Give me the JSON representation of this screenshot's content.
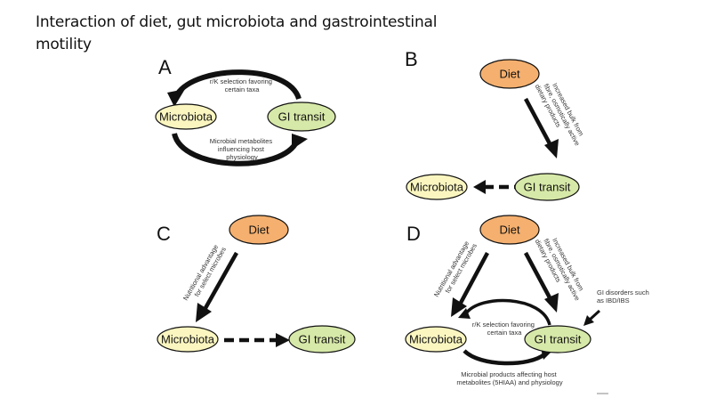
{
  "title": {
    "line1": "Interaction of diet, gut microbiota and gastrointestinal",
    "line2": "motility"
  },
  "colors": {
    "diet_fill": "#f5b06f",
    "microbiota_fill": "#fbf6c0",
    "gi_transit_fill": "#d7e9a8",
    "stroke": "#111111"
  },
  "panels": {
    "A": {
      "label": "A",
      "nodes": {
        "microbiota": "Microbiota",
        "gi_transit": "GI transit"
      },
      "top_arrow_text": [
        "r/K selection favoring",
        "certain  taxa"
      ],
      "bottom_arrow_text": [
        "Microbial metabolites",
        "influencing host",
        "physiology"
      ]
    },
    "B": {
      "label": "B",
      "nodes": {
        "diet": "Diet",
        "microbiota": "Microbiota",
        "gi_transit": "GI transit"
      },
      "diet_arrow_text": [
        "Increased bulk from",
        "fibre, osmotically active",
        "dietary products"
      ]
    },
    "C": {
      "label": "C",
      "nodes": {
        "diet": "Diet",
        "microbiota": "Microbiota",
        "gi_transit": "GI transit"
      },
      "diet_arrow_text": [
        "Nutritional advantage",
        "for select microbes"
      ]
    },
    "D": {
      "label": "D",
      "nodes": {
        "diet": "Diet",
        "microbiota": "Microbiota",
        "gi_transit": "GI transit"
      },
      "left_arrow_text": [
        "Nutritional advantage",
        "for select microbes"
      ],
      "right_arrow_text": [
        "Increased bulk from",
        "fibre, osmotically active",
        "dietary products"
      ],
      "disorder_text": [
        "GI disorders such",
        "as IBD/IBS"
      ],
      "top_arrow_text": [
        "r/K selection favoring",
        "certain  taxa"
      ],
      "bottom_arrow_text": [
        "Microbial products affecting host",
        "metabolites (5HIAA) and physiology"
      ]
    }
  }
}
